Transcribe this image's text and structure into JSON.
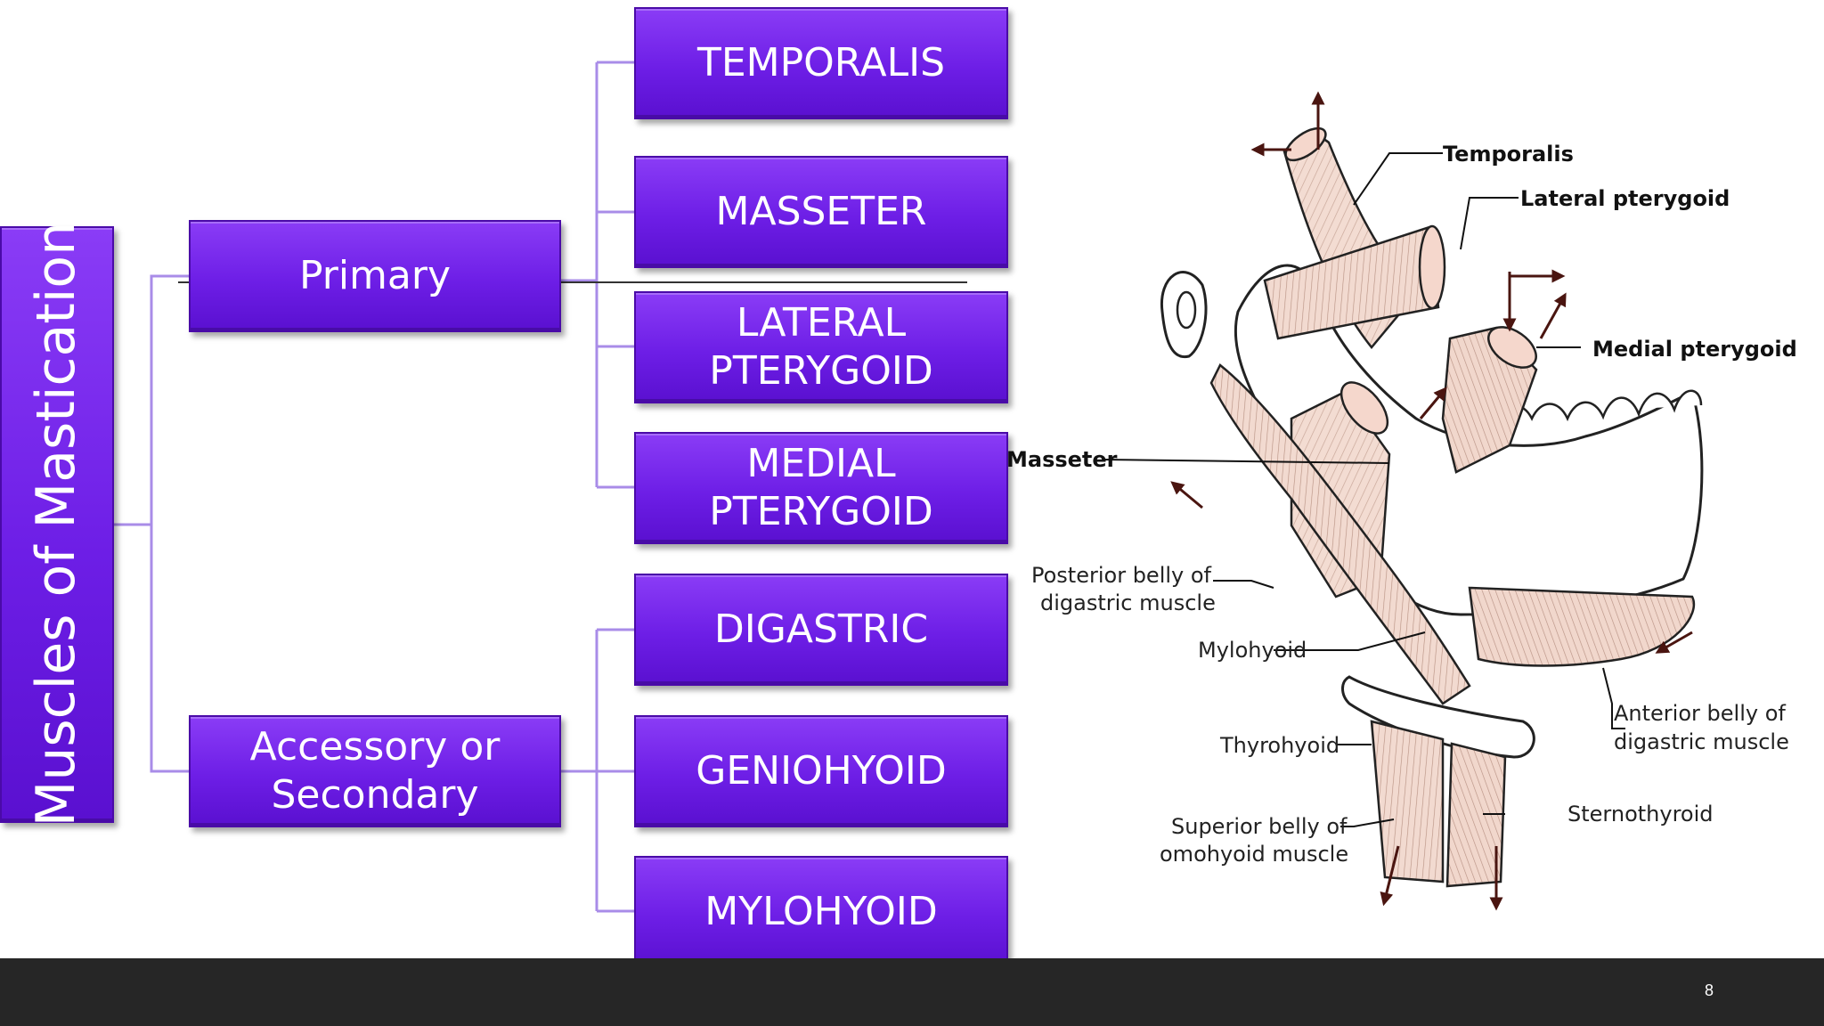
{
  "root": {
    "label": "Muscles of Mastication"
  },
  "groups": [
    {
      "label": "Primary",
      "children": [
        "TEMPORALIS",
        "MASSETER",
        "LATERAL PTERYGOID",
        "MEDIAL PTERYGOID"
      ]
    },
    {
      "label": "Accessory or Secondary",
      "children": [
        "DIGASTRIC",
        "GENIOHYOID",
        "MYLOHYOID"
      ]
    }
  ],
  "illustration": {
    "labels": {
      "temporalis": "Temporalis",
      "lateral_pterygoid": "Lateral pterygoid",
      "medial_pterygoid": "Medial pterygoid",
      "masseter": "Masseter",
      "posterior_digastric_1": "Posterior belly of",
      "posterior_digastric_2": "digastric muscle",
      "mylohyoid": "Mylohyoid",
      "thyrohyoid": "Thyrohyoid",
      "anterior_digastric_1": "Anterior belly of",
      "anterior_digastric_2": "digastric muscle",
      "sternothyroid": "Sternothyroid",
      "omohyoid_1": "Superior belly of",
      "omohyoid_2": "omohyoid muscle"
    }
  },
  "footer": {
    "page_number": "8"
  },
  "colors": {
    "box": "#6d1ee6",
    "box_border": "#4a0aa8",
    "connector": "#a98ce8",
    "footer": "#262626"
  }
}
